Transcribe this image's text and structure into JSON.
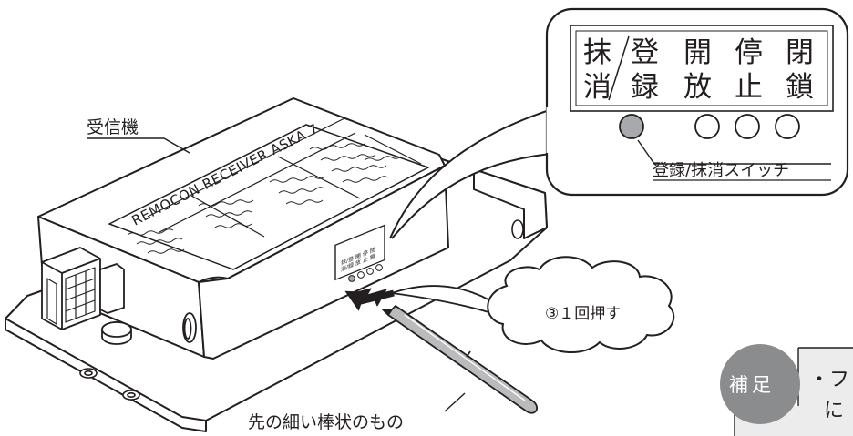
{
  "labels": {
    "receiver": "受信機",
    "device_name": "REMOCON RECEIVER ASKA 7",
    "switch_label": "登録/抹消スイッチ",
    "press_instruction": "③１回押す",
    "tool_label": "先の細い棒状のもの"
  },
  "panel": {
    "col1_top": "抹",
    "col1_bottom": "消",
    "col2_top": "登",
    "col2_bottom": "録",
    "col3_top": "開",
    "col3_bottom": "放",
    "col4_top": "停",
    "col4_bottom": "止",
    "col5_top": "閉",
    "col5_bottom": "鎖"
  },
  "supplement": {
    "badge": "補足",
    "line1": "・フ",
    "line2": "に"
  },
  "colors": {
    "outline": "#231f20",
    "pressed_button": "#a7a9ac",
    "badge_bg": "#8a8c8e",
    "note_bg": "#ececec",
    "pen_body": "#b9bbbd"
  }
}
